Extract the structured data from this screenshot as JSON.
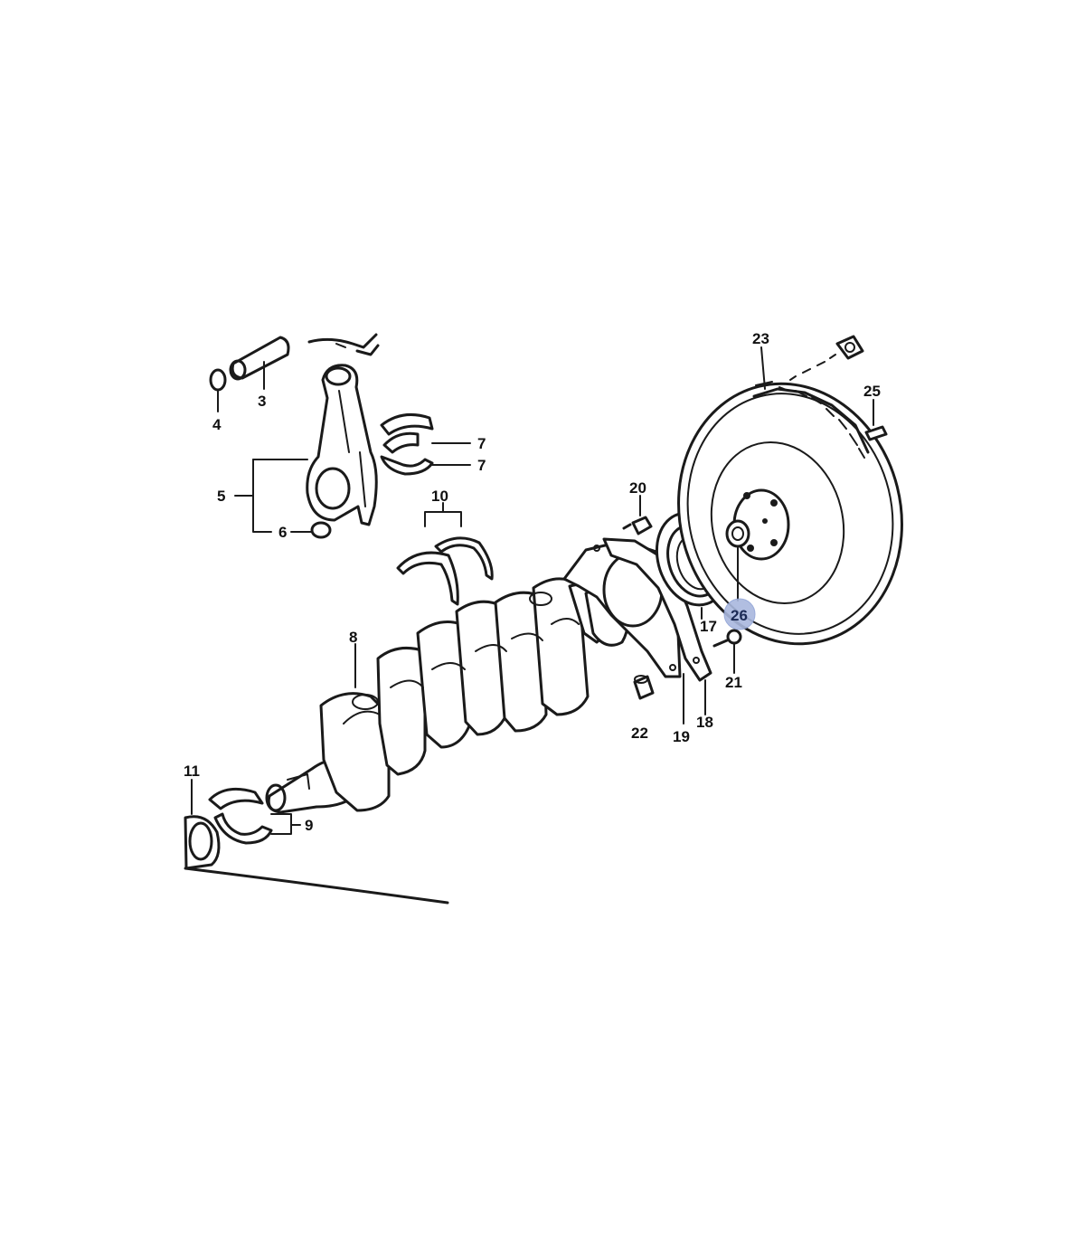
{
  "callouts": [
    {
      "id": "3",
      "label": "3"
    },
    {
      "id": "4",
      "label": "4"
    },
    {
      "id": "5",
      "label": "5"
    },
    {
      "id": "6",
      "label": "6"
    },
    {
      "id": "7a",
      "label": "7"
    },
    {
      "id": "7b",
      "label": "7"
    },
    {
      "id": "8",
      "label": "8"
    },
    {
      "id": "9",
      "label": "9"
    },
    {
      "id": "10",
      "label": "10"
    },
    {
      "id": "11",
      "label": "11"
    },
    {
      "id": "17",
      "label": "17"
    },
    {
      "id": "18",
      "label": "18"
    },
    {
      "id": "19",
      "label": "19"
    },
    {
      "id": "20",
      "label": "20"
    },
    {
      "id": "21",
      "label": "21"
    },
    {
      "id": "22",
      "label": "22"
    },
    {
      "id": "23",
      "label": "23"
    },
    {
      "id": "25",
      "label": "25"
    },
    {
      "id": "26",
      "label": "26"
    }
  ],
  "highlighted": {
    "label": "26",
    "color": "#a9b8de"
  }
}
